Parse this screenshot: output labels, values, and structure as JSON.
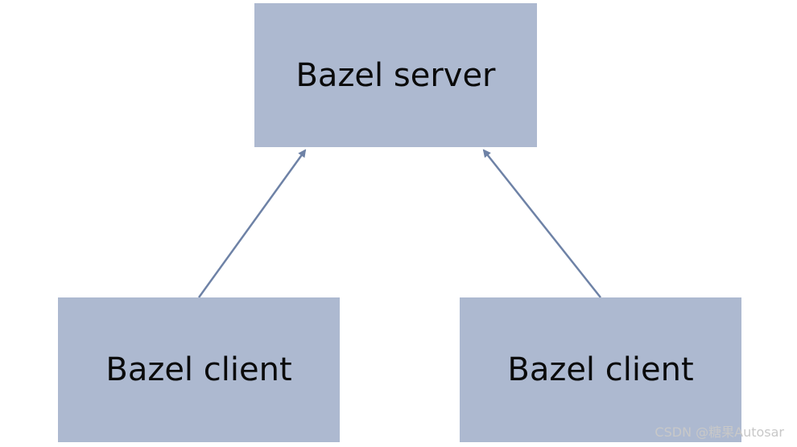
{
  "diagram": {
    "server": {
      "label": "Bazel server"
    },
    "clients": [
      {
        "label": "Bazel client"
      },
      {
        "label": "Bazel client"
      }
    ],
    "edges": [
      {
        "from": "clients.0",
        "to": "server"
      },
      {
        "from": "clients.1",
        "to": "server"
      }
    ]
  },
  "colors": {
    "node_fill": "#adb9d0",
    "arrow": "#6e82a6",
    "text": "#0a0a0a"
  },
  "watermark": "CSDN @糖果Autosar"
}
